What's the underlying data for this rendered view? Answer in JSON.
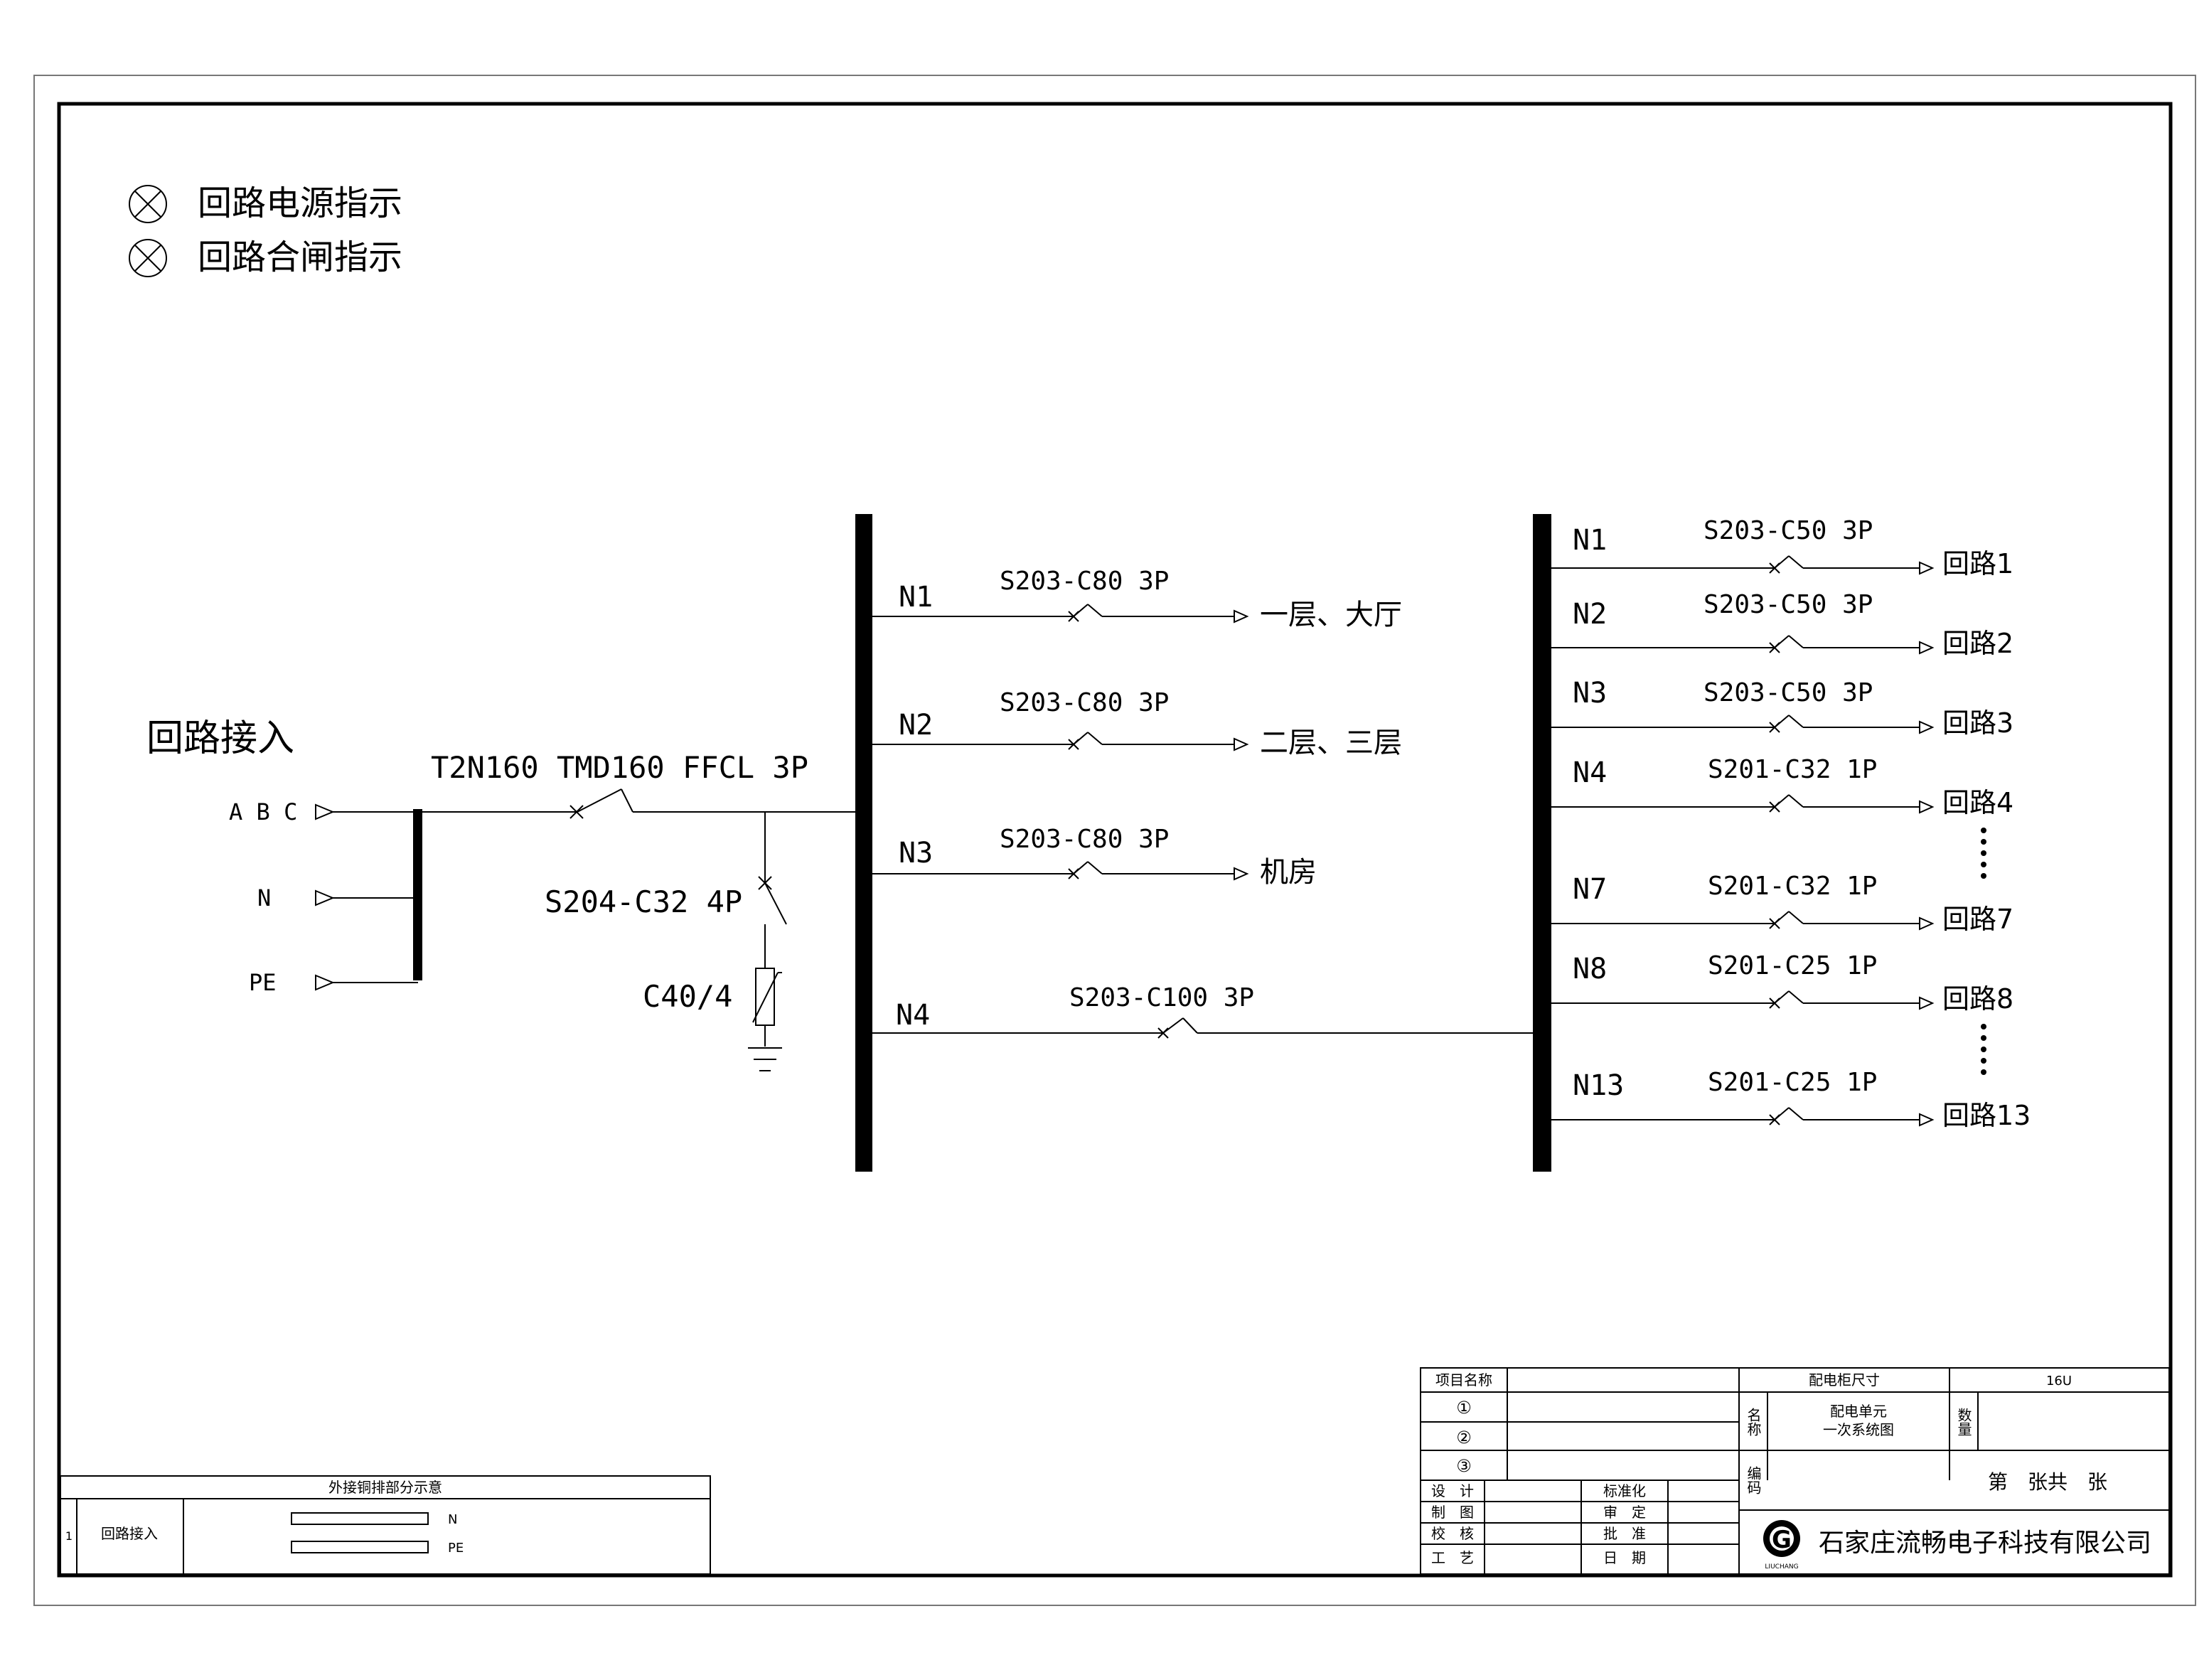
{
  "legend": {
    "items": [
      {
        "icon": "lamp-symbol-icon",
        "label": "回路电源指示"
      },
      {
        "icon": "lamp-symbol-icon",
        "label": "回路合闸指示"
      }
    ]
  },
  "incoming": {
    "title": "回路接入",
    "terminals": [
      "A B C",
      "N",
      "PE"
    ],
    "main_breaker": "T2N160 TMD160 FFCL 3P",
    "spd_breaker": "S204-C32 4P",
    "spd": "C40/4"
  },
  "bus1": {
    "feeders": [
      {
        "id": "N1",
        "breaker": "S203-C80 3P",
        "load": "一层、大厅"
      },
      {
        "id": "N2",
        "breaker": "S203-C80 3P",
        "load": "二层、三层"
      },
      {
        "id": "N3",
        "breaker": "S203-C80 3P",
        "load": "机房"
      },
      {
        "id": "N4",
        "breaker": "S203-C100 3P",
        "load": ""
      }
    ]
  },
  "bus2": {
    "feeders": [
      {
        "id": "N1",
        "breaker": "S203-C50 3P",
        "load": "回路1"
      },
      {
        "id": "N2",
        "breaker": "S203-C50 3P",
        "load": "回路2"
      },
      {
        "id": "N3",
        "breaker": "S203-C50 3P",
        "load": "回路3"
      },
      {
        "id": "N4",
        "breaker": "S201-C32 1P",
        "load": "回路4"
      },
      {
        "id": "N7",
        "breaker": "S201-C32 1P",
        "load": "回路7"
      },
      {
        "id": "N8",
        "breaker": "S201-C25 1P",
        "load": "回路8"
      },
      {
        "id": "N13",
        "breaker": "S201-C25 1P",
        "load": "回路13"
      }
    ]
  },
  "copper_bar_table": {
    "title": "外接铜排部分示意",
    "row_no": "1",
    "row_label": "回路接入",
    "bars": [
      "N",
      "PE"
    ]
  },
  "title_block": {
    "project_name_label": "项目名称",
    "circles": [
      "①",
      "②",
      "③"
    ],
    "size_label": "配电柜尺寸",
    "size_value": "16U",
    "name_label": "名称",
    "name_value_1": "配电单元",
    "name_value_2": "一次系统图",
    "qty_label": "数量",
    "code_label": "编码",
    "sheet_text": "第　张共　张",
    "sign_left": [
      "设　计",
      "制　图",
      "校　核",
      "工　艺"
    ],
    "sign_right": [
      "标准化",
      "审　定",
      "批　准",
      "日　期"
    ],
    "logo_letter": "G",
    "logo_sub": "LIUCHANG",
    "company": "石家庄流畅电子科技有限公司"
  }
}
